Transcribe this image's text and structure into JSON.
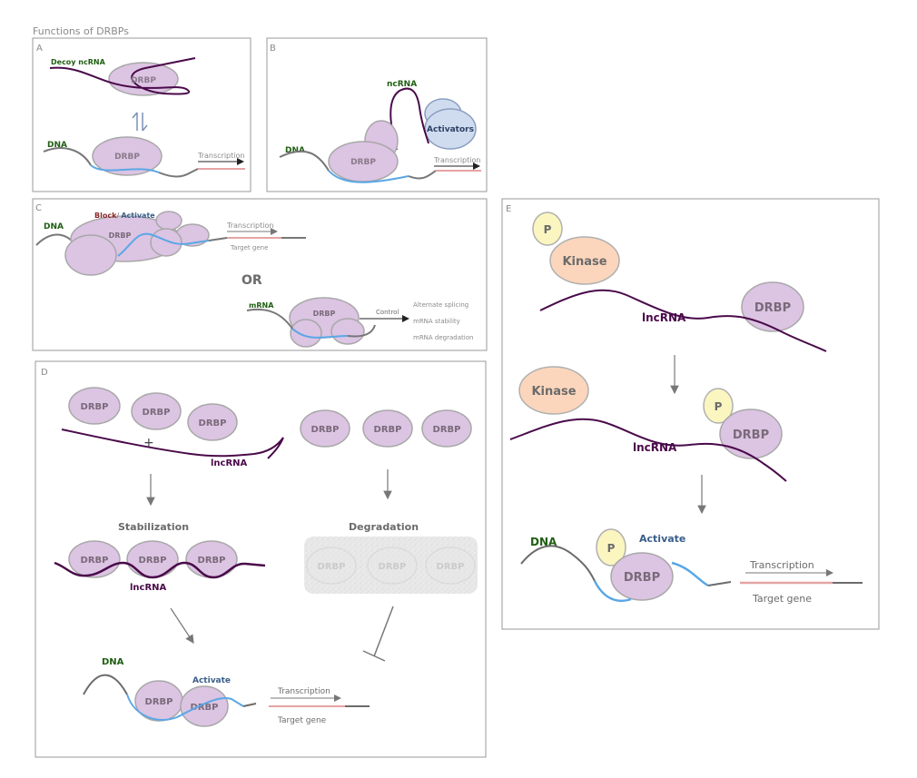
{
  "title": "Functions of DRBPs",
  "colors": {
    "drbp_fill": "#dcc4e3",
    "drbp_stroke": "#a8a8a8",
    "lncrna": "#4a0a4a",
    "dna": "#6b6b6b",
    "bound_dna": "#5aa7e6",
    "target_gene": "#e6a3a3",
    "kinase_fill": "#fbd6bc",
    "p_fill": "#fbf5c0",
    "activators_fill": "#cfdcef",
    "label_green": "#1f5e12",
    "label_blue": "#3a5d8a",
    "label_red": "#8b2a2a",
    "label_purple": "#4a0a4a",
    "label_gray": "#8a8a8a"
  },
  "panels": {
    "A": {
      "letter": "A",
      "decoy_label": "Decoy ncRNA",
      "drbp_top": "DRBP",
      "dna_label": "DNA",
      "drbp_bottom": "DRBP",
      "transcription": "Transcription"
    },
    "B": {
      "letter": "B",
      "ncrna_label": "ncRNA",
      "activators": "Activators",
      "dna_label": "DNA",
      "drbp": "DRBP",
      "transcription": "Transcription"
    },
    "C": {
      "letter": "C",
      "dna_label": "DNA",
      "block": "Block",
      "slash": "/",
      "activate": "Activate",
      "drbp_top": "DRBP",
      "transcription": "Transcription",
      "target_gene": "Target gene",
      "or": "OR",
      "mrna_label": "mRNA",
      "drbp_bottom": "DRBP",
      "control": "Control",
      "outcomes": [
        "Alternate splicing",
        "mRNA stability",
        "mRNA degradation"
      ]
    },
    "D": {
      "letter": "D",
      "drbp": "DRBP",
      "plus": "+",
      "lncrna": "lncRNA",
      "stabilization": "Stabilization",
      "degradation": "Degradation",
      "dna_label": "DNA",
      "activate": "Activate",
      "transcription": "Transcription",
      "target_gene": "Target gene"
    },
    "E": {
      "letter": "E",
      "p": "P",
      "kinase": "Kinase",
      "drbp": "DRBP",
      "lncrna": "lncRNA",
      "dna_label": "DNA",
      "activate": "Activate",
      "transcription": "Transcription",
      "target_gene": "Target gene"
    }
  }
}
